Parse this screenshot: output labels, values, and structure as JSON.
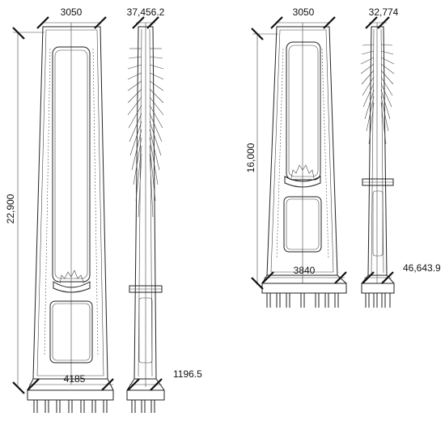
{
  "drawing": {
    "pier_a": {
      "front": {
        "top_width": "3050",
        "height": "22,900",
        "base_width": "4185"
      },
      "side": {
        "top_label": "37,456.2",
        "base_label": "1196.5"
      }
    },
    "pier_b": {
      "front": {
        "top_width": "3050",
        "height": "16,000",
        "base_width": "3840"
      },
      "side": {
        "top_label": "32,774",
        "base_label": "46,643.9"
      }
    }
  }
}
